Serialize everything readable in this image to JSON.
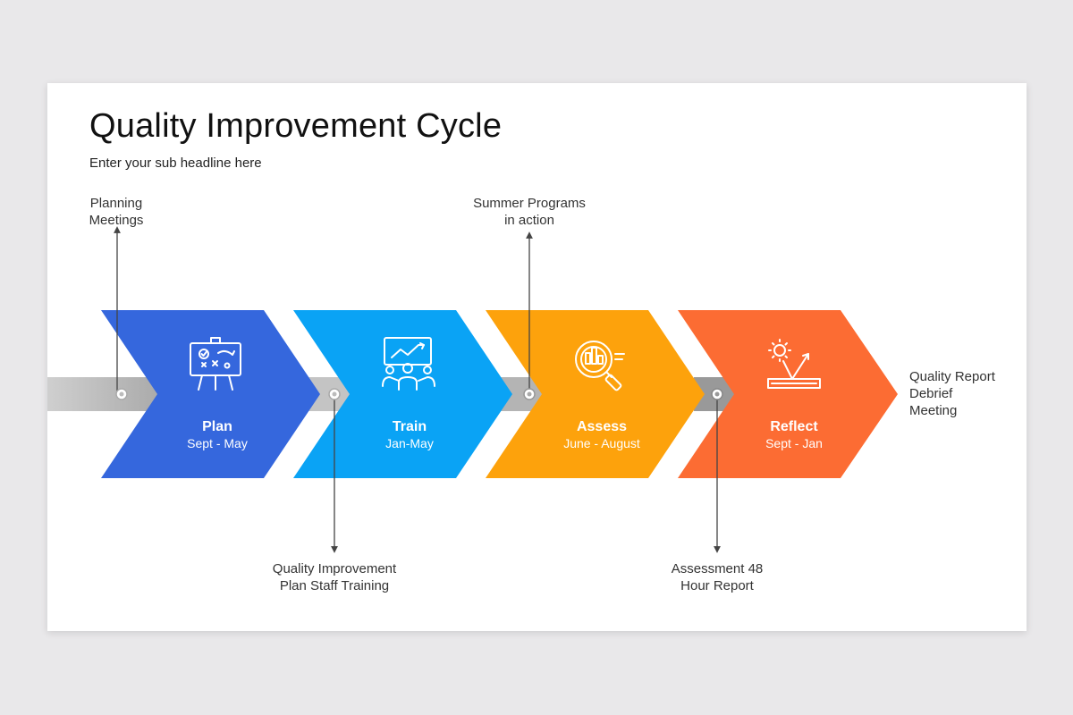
{
  "slide": {
    "title": "Quality Improvement Cycle",
    "subtitle": "Enter your sub headline here"
  },
  "steps": [
    {
      "title": "Plan",
      "dates": "Sept - May",
      "color": "#3567dd",
      "icon": "whiteboard-strategy-icon"
    },
    {
      "title": "Train",
      "dates": "Jan-May",
      "color": "#0aa3f5",
      "icon": "presentation-chart-icon"
    },
    {
      "title": "Assess",
      "dates": "June - August",
      "color": "#fda20c",
      "icon": "magnifier-chart-icon"
    },
    {
      "title": "Reflect",
      "dates": "Sept - Jan",
      "color": "#fc6c33",
      "icon": "solar-panel-icon"
    }
  ],
  "callouts": {
    "planning": [
      "Planning",
      "Meetings"
    ],
    "staff_training": [
      "Quality Improvement",
      "Plan Staff Training"
    ],
    "summer": [
      "Summer Programs",
      "in action"
    ],
    "assessment": [
      "Assessment 48",
      "Hour Report"
    ],
    "debrief": [
      "Quality Report",
      "Debrief",
      "Meeting"
    ]
  },
  "colors": {
    "band": "#c9c9c9",
    "connector": "#444444"
  }
}
